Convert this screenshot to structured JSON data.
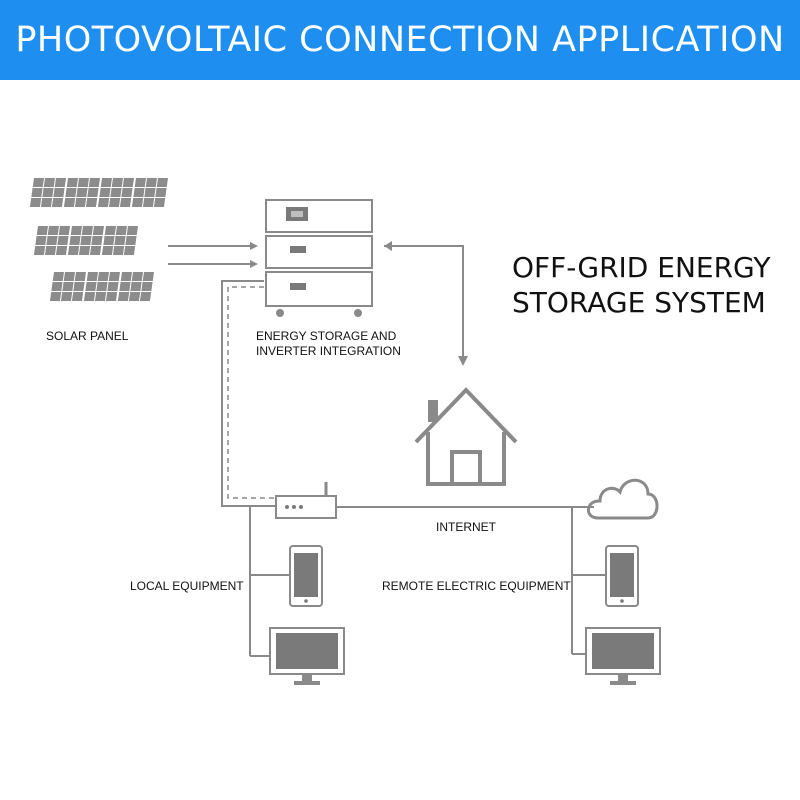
{
  "header": {
    "title": "PHOTOVOLTAIC CONNECTION APPLICATION"
  },
  "system": {
    "line1": "OFF-GRID ENERGY",
    "line2": "STORAGE SYSTEM"
  },
  "labels": {
    "solar_panel": "SOLAR PANEL",
    "storage_line1": "ENERGY STORAGE AND",
    "storage_line2": "INVERTER INTEGRATION",
    "internet": "INTERNET",
    "local_equipment": "LOCAL EQUIPMENT",
    "remote_equipment": "REMOTE ELECTRIC EQUIPMENT"
  },
  "colors": {
    "header_bg": "#1e8ff0",
    "line": "#8a8a8a",
    "panel": "#8c8c8c",
    "device": "#7a7a7a"
  },
  "icons": [
    "solar-panel-icon",
    "battery-inverter-icon",
    "house-icon",
    "router-icon",
    "cloud-icon",
    "phone-icon",
    "monitor-icon"
  ]
}
